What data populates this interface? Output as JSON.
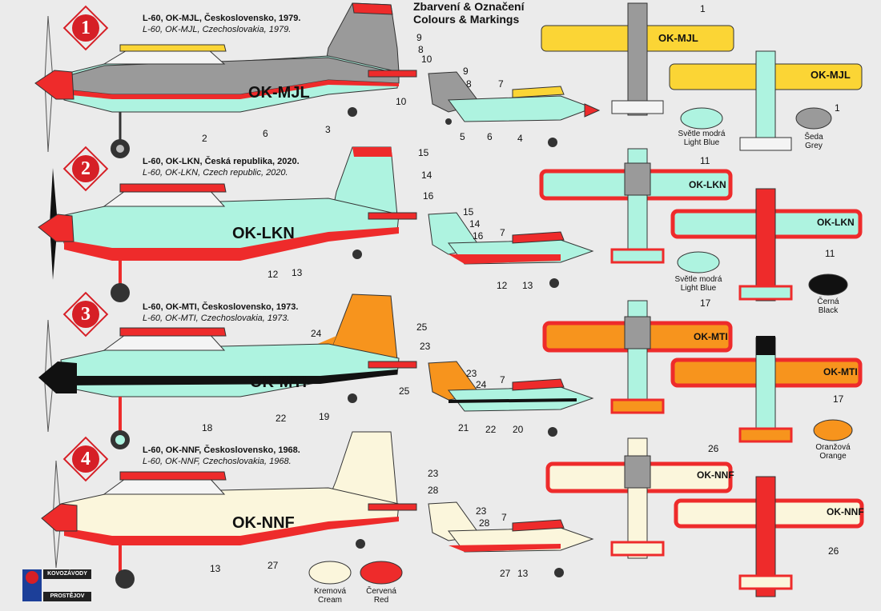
{
  "header": {
    "title_cz": "Zbarvení & Označení",
    "title_en": "Colours & Markings"
  },
  "schemes": [
    {
      "number": "1",
      "caption_cz": "L-60, OK-MJL, Československo, 1979.",
      "caption_en": "L-60, OK-MJL, Czechoslovakia, 1979.",
      "registration": "OK-MJL",
      "registration_wing": "OK-MJL"
    },
    {
      "number": "2",
      "caption_cz": "L-60, OK-LKN, Česká republika, 2020.",
      "caption_en": "L-60, OK-LKN, Czech republic, 2020.",
      "registration": "OK-LKN",
      "registration_wing": "OK-LKN"
    },
    {
      "number": "3",
      "caption_cz": "L-60, OK-MTI, Československo, 1973.",
      "caption_en": "L-60, OK-MTI, Czechoslovakia, 1973.",
      "registration": "OK-MTI",
      "registration_wing": "OK-MTI"
    },
    {
      "number": "4",
      "caption_cz": "L-60, OK-NNF, Československo, 1968.",
      "caption_en": "L-60, OK-NNF, Czechoslovakia, 1968.",
      "registration": "OK-NNF",
      "registration_wing": "OK-NNF"
    }
  ],
  "callouts": {
    "s1": [
      "9",
      "8",
      "10",
      "2",
      "6",
      "3",
      "9",
      "8",
      "7",
      "10",
      "5",
      "6",
      "4",
      "1",
      "1"
    ],
    "s2": [
      "15",
      "14",
      "16",
      "12",
      "13",
      "15",
      "14",
      "16",
      "7",
      "12",
      "13",
      "11",
      "11"
    ],
    "s3": [
      "24",
      "25",
      "23",
      "18",
      "22",
      "19",
      "23",
      "24",
      "25",
      "7",
      "21",
      "22",
      "20",
      "17",
      "17"
    ],
    "s4": [
      "23",
      "28",
      "13",
      "27",
      "23",
      "28",
      "7",
      "27",
      "13",
      "26",
      "26"
    ]
  },
  "swatches": [
    {
      "cz": "Světle modrá",
      "en": "Light Blue",
      "color": "#aef3e0"
    },
    {
      "cz": "Šeda",
      "en": "Grey",
      "color": "#9a9a9a"
    },
    {
      "cz": "Světle modrá",
      "en": "Light Blue",
      "color": "#aef3e0"
    },
    {
      "cz": "Černá",
      "en": "Black",
      "color": "#111111"
    },
    {
      "cz": "Oranžová",
      "en": "Orange",
      "color": "#f7941d"
    },
    {
      "cz": "Kremová",
      "en": "Cream",
      "color": "#fbf6dc"
    },
    {
      "cz": "Červená",
      "en": "Red",
      "color": "#ee2b2b"
    }
  ],
  "logo": {
    "line1": "KOVOZÁVODY",
    "line2": "PROSTĚJOV"
  },
  "colors": {
    "light_blue": "#aef3e0",
    "grey": "#9a9a9a",
    "red": "#ee2b2b",
    "black": "#111111",
    "orange": "#f7941d",
    "cream": "#fbf6dc",
    "yellow": "#fbd535"
  }
}
